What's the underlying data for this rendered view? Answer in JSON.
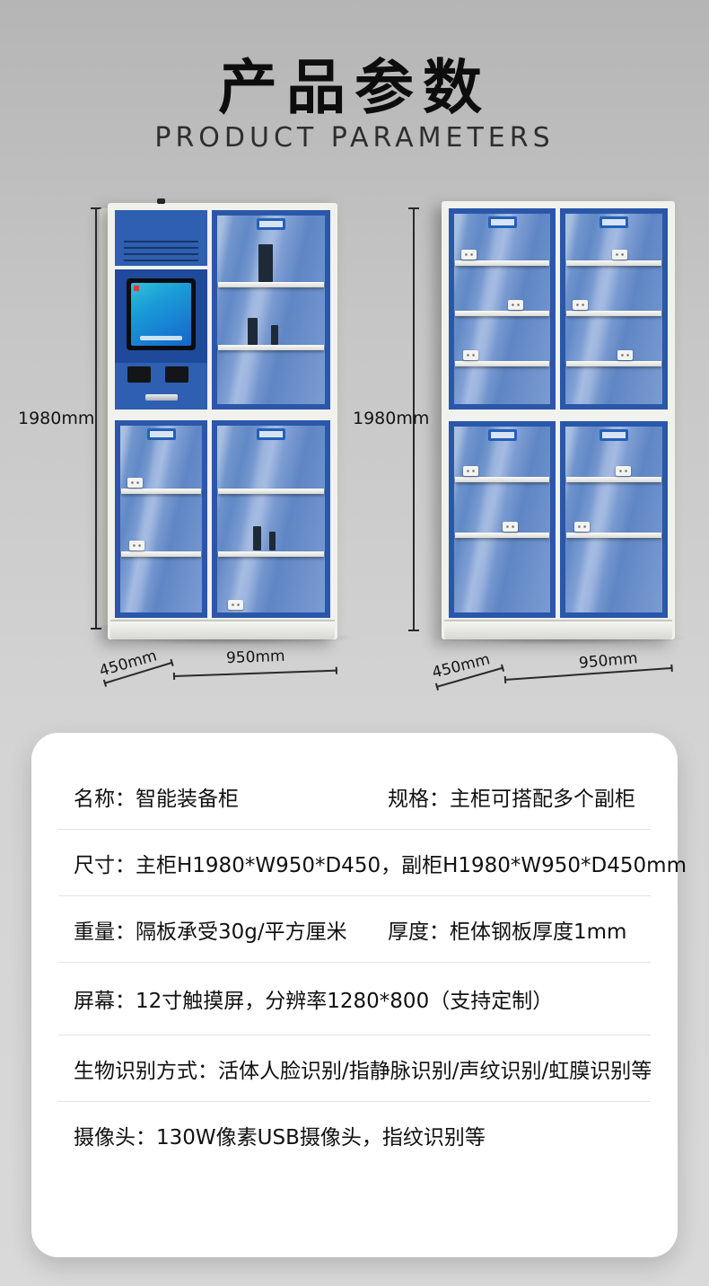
{
  "header": {
    "title": "产品参数",
    "subtitle": "PRODUCT PARAMETERS"
  },
  "cabinets": {
    "main": {
      "height_label": "1980mm",
      "depth_label": "450mm",
      "width_label": "950mm"
    },
    "aux": {
      "height_label": "1980mm",
      "depth_label": "450mm",
      "width_label": "950mm"
    }
  },
  "specs": {
    "rows": [
      {
        "left": "名称：智能装备柜",
        "right": "规格：主柜可搭配多个副柜"
      },
      {
        "left": "尺寸：主柜H1980*W950*D450，副柜H1980*W950*D450mm"
      },
      {
        "left": "重量：隔板承受30g/平方厘米",
        "right": "厚度：柜体钢板厚度1mm"
      },
      {
        "left": "屏幕：12寸触摸屏，分辨率1280*800（支持定制）"
      },
      {
        "left": "生物识别方式：活体人脸识别/指静脉识别/声纹识别/虹膜识别等"
      },
      {
        "left": "摄像头：130W像素USB摄像头，指纹识别等"
      }
    ]
  },
  "colors": {
    "door_frame_blue": "#2a57a9",
    "panel_blue": "#2e5fb0",
    "glass_blue": "#6189c6",
    "background_gray": "#c6c6c6",
    "card_white": "#ffffff"
  }
}
